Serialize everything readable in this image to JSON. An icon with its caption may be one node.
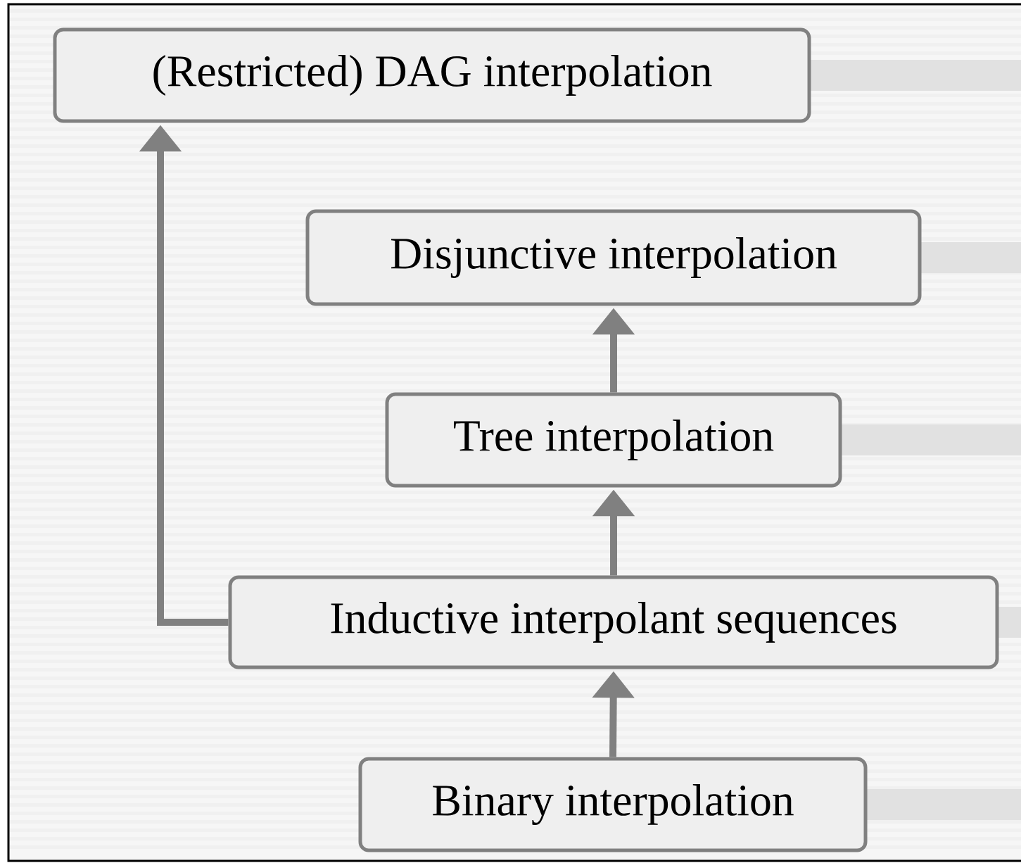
{
  "diagram": {
    "nodes": [
      {
        "text": [
          "(Restricted) DAG interpolation"
        ]
      },
      {
        "text": [
          "Disjunctive interpolation"
        ]
      },
      {
        "text": [
          "Tree interpolation"
        ]
      },
      {
        "text": [
          "Inductive interpolant sequences"
        ]
      },
      {
        "text": [
          "Binary interpolation"
        ]
      }
    ],
    "edges": [
      {
        "from": 4,
        "to": 3,
        "arrow": "to"
      },
      {
        "from": 3,
        "to": 2,
        "arrow": "to"
      },
      {
        "from": 2,
        "to": 1,
        "arrow": "to"
      },
      {
        "from": 3,
        "to": 0,
        "arrow": "to"
      }
    ]
  }
}
